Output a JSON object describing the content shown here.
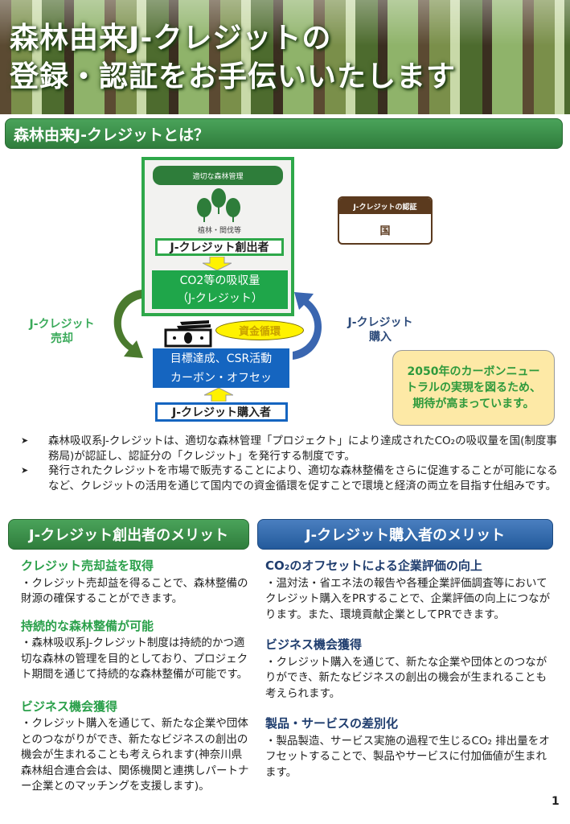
{
  "hero": {
    "title_line1": "森林由来J-クレジットの",
    "title_line2": "登録・認証をお手伝いいたします"
  },
  "section1": {
    "title": "森林由来J-クレジットとは？"
  },
  "diagram": {
    "management_label": "適切な森林管理",
    "planting_label": "植林・間伐等",
    "creator_label": "J-クレジット創出者",
    "absorb_line1": "CO2等の吸収量",
    "absorb_line2": "（J-クレジット）",
    "cert_header": "J-クレジットの認証",
    "cert_body": "国",
    "sell_line1": "J-クレジット",
    "sell_line2": "売却",
    "buy_line1": "J-クレジット",
    "buy_line2": "購入",
    "fund_cycle": "資金循環",
    "goal_line1": "目標達成、CSR活動",
    "goal_line2": "カーボン・オフセッ",
    "buyer_label": "J-クレジット購入者",
    "note_line1": "2050年のカーボンニュー",
    "note_line2": "トラルの実現を図るため、",
    "note_line3": "期待が高まっています。"
  },
  "bullets": [
    "森林吸収系J-クレジットは、適切な森林管理「プロジェクト」により達成されたCO₂の吸収量を国(制度事務局)が認証し、認証分の「クレジット」を発行する制度です。",
    "発行されたクレジットを市場で販売することにより、適切な森林整備をさらに促進することが可能になるなど、クレジットの活用を通じて国内での資金循環を促すことで環境と経済の両立を目指す仕組みです。"
  ],
  "creator_merits": {
    "title": "J-クレジット創出者のメリット",
    "items": [
      {
        "heading": "クレジット売却益を取得",
        "body": "・クレジット売却益を得ることで、森林整備の財源の確保することができます。"
      },
      {
        "heading": "持続的な森林整備が可能",
        "body": "・森林吸収系J-クレジット制度は持続的かつ適切な森林の管理を目的としており、プロジェクト期間を通じて持続的な森林整備が可能です。"
      },
      {
        "heading": "ビジネス機会獲得",
        "body": "・クレジット購入を通じて、新たな企業や団体とのつながりができ、新たなビジネスの創出の機会が生まれることも考えられます(神奈川県森林組合連合会は、関係機関と連携しパートナー企業とのマッチングを支援します)。"
      }
    ]
  },
  "buyer_merits": {
    "title": "J-クレジット購入者のメリット",
    "items": [
      {
        "heading": "CO₂のオフセットによる企業評価の向上",
        "body": "・温対法・省エネ法の報告や各種企業評価調査等においてクレジット購入をPRすることで、企業評価の向上につながります。また、環境貢献企業としてPRできます。"
      },
      {
        "heading": "ビジネス機会獲得",
        "body": "・クレジット購入を通じて、新たな企業や団体とのつながりができ、新たなビジネスの創出の機会が生まれることも考えられます。"
      },
      {
        "heading": "製品・サービスの差別化",
        "body": "・製品製造、サービス実施の過程で生じるCO₂ 排出量をオフセットすることで、製品やサービスに付加価値が生まれます。"
      }
    ]
  },
  "page_number": "1"
}
